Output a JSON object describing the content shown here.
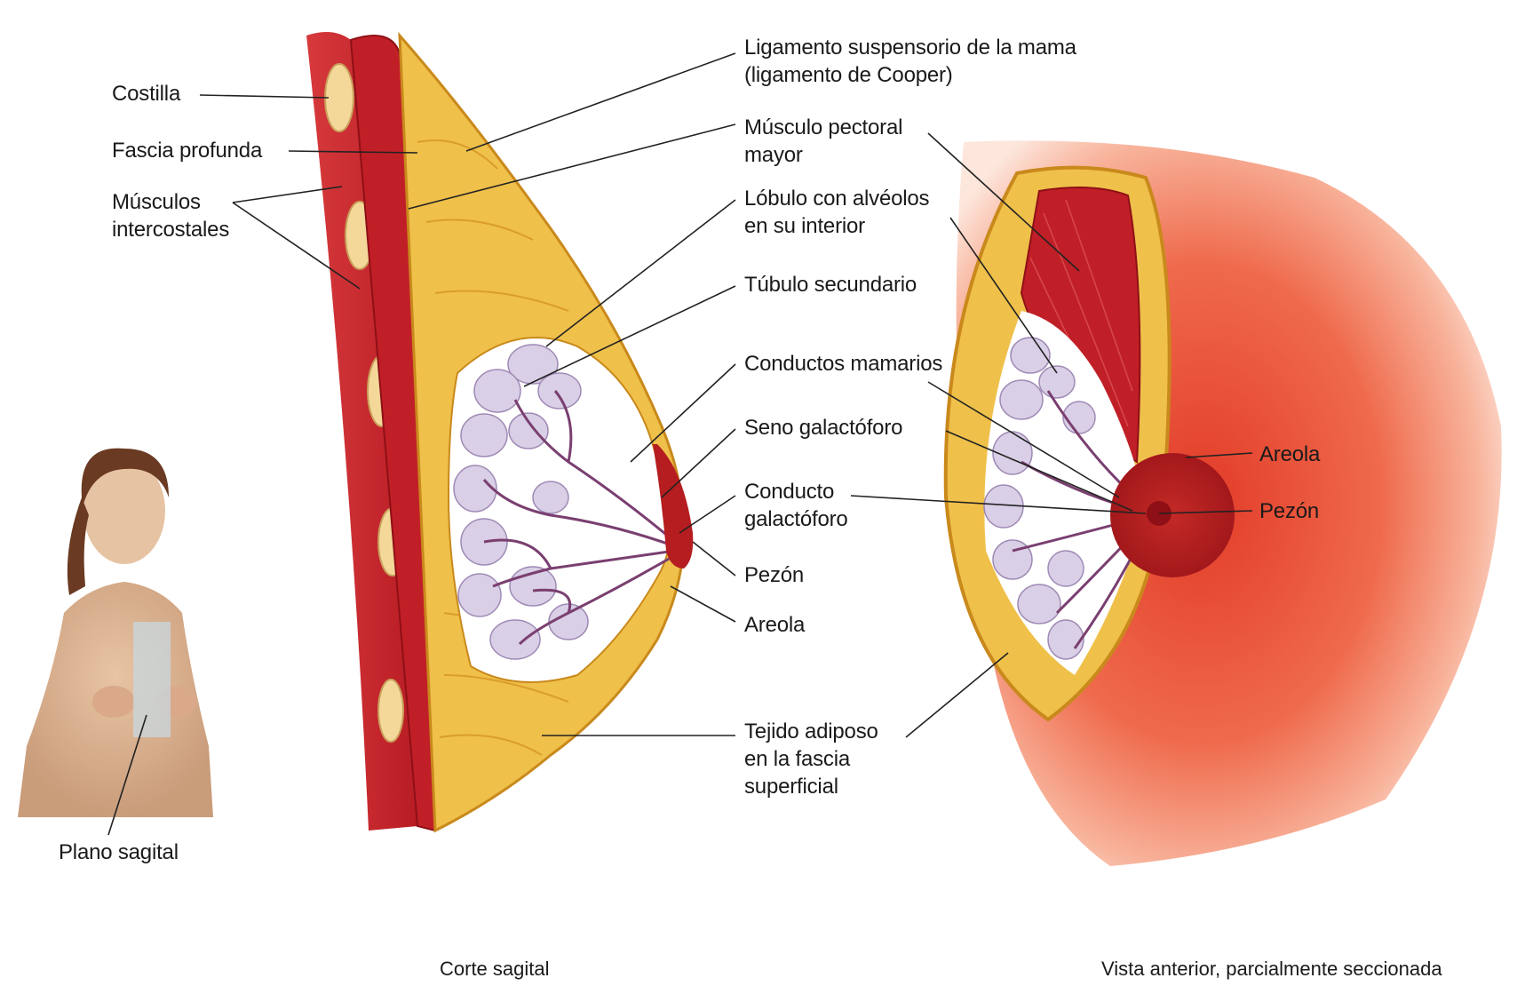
{
  "labels": {
    "costilla": "Costilla",
    "fascia_profunda": "Fascia profunda",
    "musculos_intercostales": "Músculos\nintercostales",
    "plano_sagital": "Plano sagital",
    "ligamento": "Ligamento suspensorio de la mama\n(ligamento de Cooper)",
    "musculo_pectoral": "Músculo pectoral\nmayor",
    "lobulo": "Lóbulo con alvéolos\nen su interior",
    "tubulo": "Túbulo secundario",
    "conductos_mamarios": "Conductos mamarios",
    "seno_galactoforo": "Seno galactóforo",
    "conducto_galactoforo": "Conducto\ngalactóforo",
    "pezon_sagital": "Pezón",
    "areola_sagital": "Areola",
    "tejido_adiposo": "Tejido adiposo\nen la fascia\nsuperficial",
    "areola_anterior": "Areola",
    "pezon_anterior": "Pezón"
  },
  "captions": {
    "sagital": "Corte sagital",
    "anterior": "Vista anterior, parcialmente seccionada"
  },
  "colors": {
    "muscle": "#c8242c",
    "muscle_dark": "#8e1016",
    "fat": "#efc04a",
    "fat_dark": "#c9891c",
    "gland": "#d9cfe6",
    "duct": "#7a3f70",
    "skin": "#ee5a40",
    "skin_light": "#f9c2ae",
    "areola": "#b51d20"
  }
}
